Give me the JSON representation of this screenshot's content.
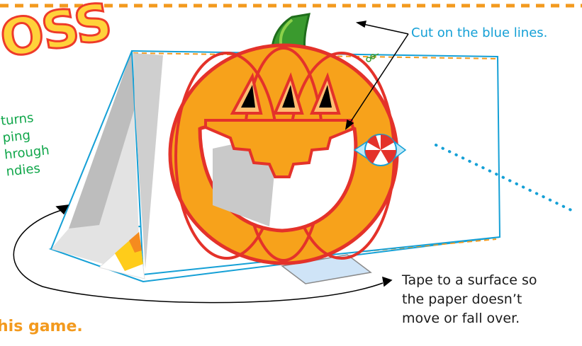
{
  "title_fragment": "OSS",
  "rules_fragment": [
    "turns",
    "ping",
    "hrough",
    "ndies"
  ],
  "captions": {
    "cut": "Cut on the blue lines.",
    "tape": [
      "Tape to a surface so",
      "the paper doesn’t",
      "move or fall over."
    ]
  },
  "footer_fragment": "his game.",
  "icons": [
    "pumpkin-icon",
    "candy-corn-icon",
    "peppermint-candy-icon",
    "scissors-icon",
    "tape-strip-icon"
  ],
  "colors": {
    "cut_line_blue": "#15a0d6",
    "fold_line_orange": "#f39a1e",
    "pumpkin_outline": "#e4322a",
    "pumpkin_fill": "#f7a21b",
    "title_fill": "#ffd23a",
    "rules_text": "#10a64a",
    "stem_green": "#3a9a2e"
  }
}
